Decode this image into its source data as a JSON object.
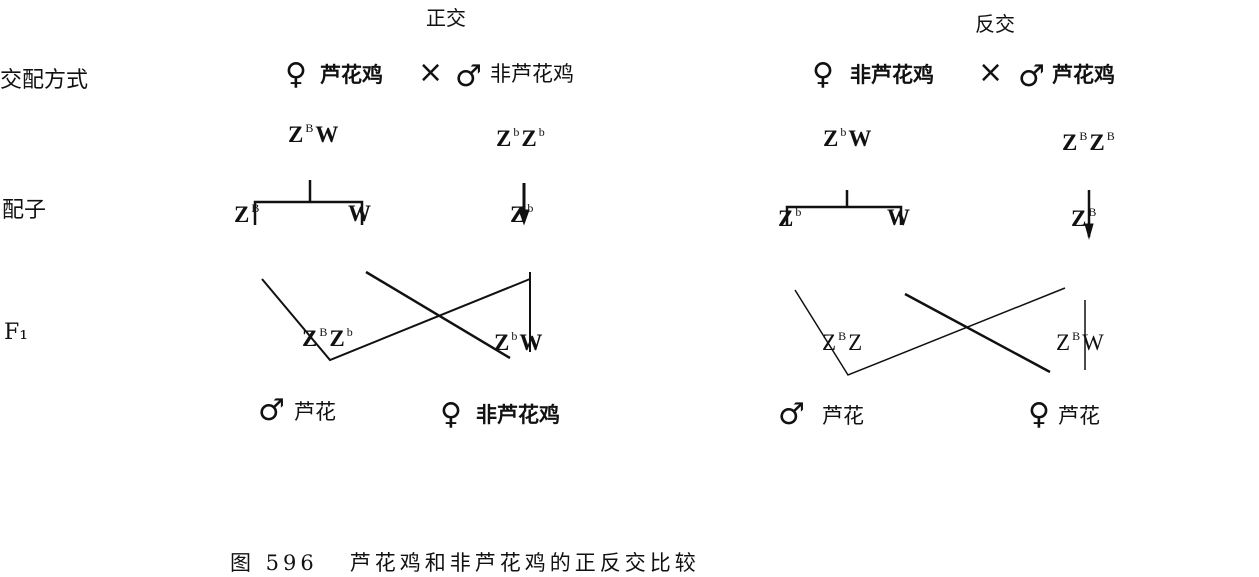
{
  "headings": {
    "reciprocal_forward": "正交",
    "reciprocal_reverse": "反交"
  },
  "row_labels": {
    "mating": "交配方式",
    "gametes": "配子",
    "f1": "F₁"
  },
  "symbols": {
    "female": "♀",
    "male": "♂",
    "cross": "×"
  },
  "forward": {
    "female_parent": "芦花鸡",
    "male_parent": "非芦花鸡",
    "female_genotype": {
      "base": "Z",
      "sup": "B",
      "tail": "W"
    },
    "male_genotype": {
      "base": "Z",
      "sup": "b",
      "mid": "Z",
      "sup2": "b"
    },
    "gametes": [
      {
        "base": "Z",
        "sup": "B"
      },
      {
        "base": "W"
      },
      {
        "base": "Z",
        "sup": "b"
      }
    ],
    "offspring": [
      {
        "base": "Z",
        "sup": "B",
        "mid": "Z",
        "sup2": "b"
      },
      {
        "base": "Z",
        "sup": "b",
        "tail": "W"
      }
    ],
    "phenotypes": [
      {
        "sex": "male",
        "label": "芦花"
      },
      {
        "sex": "female",
        "label": "非芦花鸡"
      }
    ]
  },
  "reverse": {
    "female_parent": "非芦花鸡",
    "male_parent": "芦花鸡",
    "female_genotype": {
      "base": "Z",
      "sup": "b",
      "tail": "W"
    },
    "male_genotype": {
      "base": "Z",
      "sup": "B",
      "mid": "Z",
      "sup2": "B"
    },
    "gametes": [
      {
        "base": "Z",
        "sup": "b"
      },
      {
        "base": "W"
      },
      {
        "base": "Z",
        "sup": "B"
      }
    ],
    "offspring": [
      {
        "base": "Z",
        "sup": "B",
        "mid": "Z"
      },
      {
        "base": "Z",
        "sup": "B",
        "tail": "W"
      }
    ],
    "phenotypes": [
      {
        "sex": "male",
        "label": "芦花"
      },
      {
        "sex": "female",
        "label": "芦花"
      }
    ]
  },
  "caption": {
    "figure": "图 596",
    "text": "芦花鸡和非芦花鸡的正反交比较"
  }
}
